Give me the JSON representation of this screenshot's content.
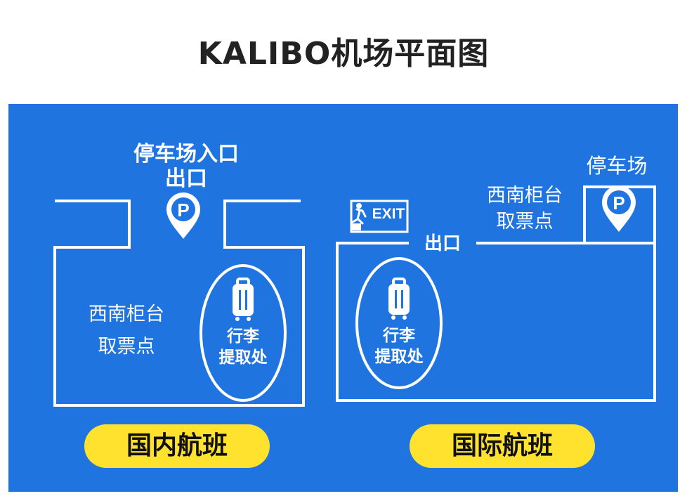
{
  "title": "KALIBO机场平面图",
  "colors": {
    "background": "#1f74e0",
    "lines": "#ffffff",
    "pill": "#ffe22e",
    "title": "#222222"
  },
  "domestic": {
    "parking_entrance": "停车场入口",
    "exit_label": "出口",
    "ticket_counter_line1": "西南柜台",
    "ticket_counter_line2": "取票点",
    "baggage_line1": "行李",
    "baggage_line2": "提取处",
    "pill_label": "国内航班",
    "icons": [
      "parking-icon",
      "luggage-icon"
    ]
  },
  "international": {
    "parking": "停车场",
    "exit_label": "出口",
    "exit_sign": "EXIT",
    "ticket_counter_line1": "西南柜台",
    "ticket_counter_line2": "取票点",
    "baggage_line1": "行李",
    "baggage_line2": "提取处",
    "pill_label": "国际航班",
    "icons": [
      "parking-icon",
      "exit-sign-icon",
      "luggage-icon"
    ]
  }
}
